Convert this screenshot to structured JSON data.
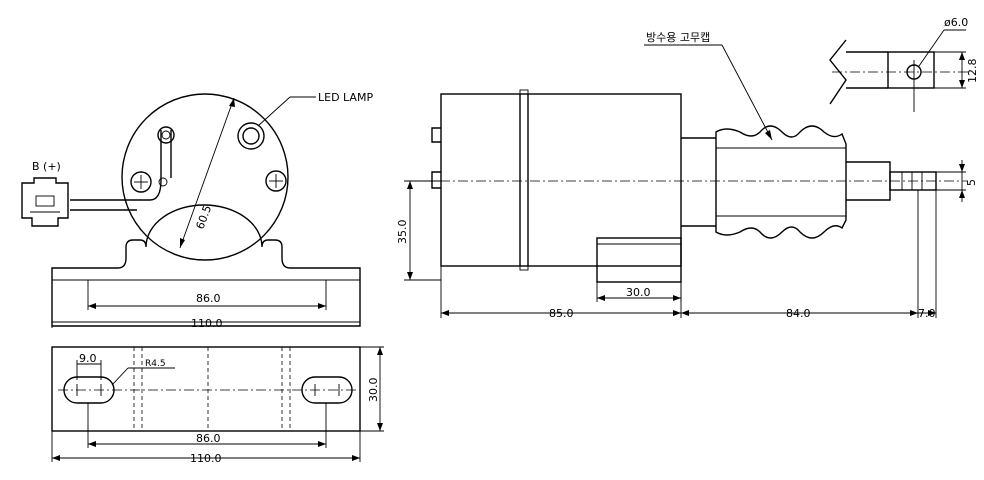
{
  "labels": {
    "b_plus": "B (+)",
    "led_lamp": "LED LAMP",
    "rubber_cap": "방수용  고무캡",
    "r45": "R4.5"
  },
  "dims": {
    "dia_60_5": "60.5",
    "front_86": "86.0",
    "front_110": "110.0",
    "bottom_9": "9.0",
    "bottom_86": "86.0",
    "bottom_110": "110.0",
    "bottom_30": "30.0",
    "side_35": "35.0",
    "side_30": "30.0",
    "side_85": "85.0",
    "side_84": "84.0",
    "side_7": "7.0",
    "side_5": "5",
    "pin_phi6": "ø6.0",
    "pin_12_8": "12.8"
  }
}
